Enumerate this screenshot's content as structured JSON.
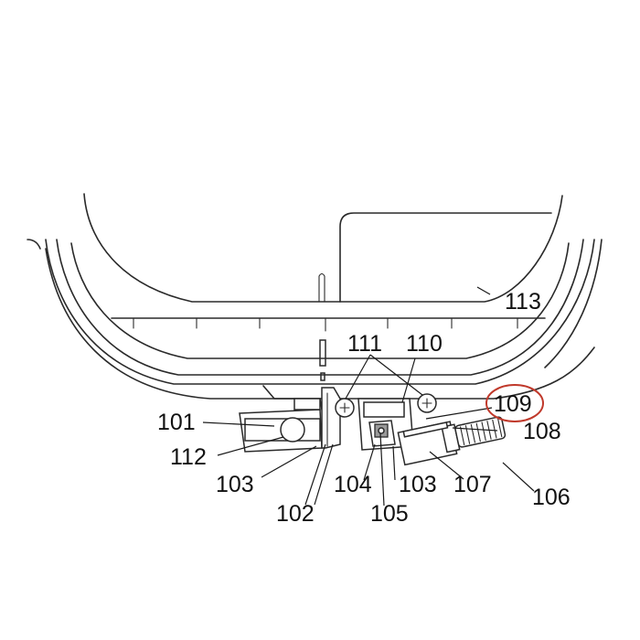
{
  "callouts": [
    {
      "id": "101",
      "text": "101"
    },
    {
      "id": "102",
      "text": "102"
    },
    {
      "id": "103a",
      "text": "103"
    },
    {
      "id": "103b",
      "text": "103"
    },
    {
      "id": "104",
      "text": "104"
    },
    {
      "id": "105",
      "text": "105"
    },
    {
      "id": "106",
      "text": "106"
    },
    {
      "id": "107",
      "text": "107"
    },
    {
      "id": "108",
      "text": "108"
    },
    {
      "id": "109",
      "text": "109"
    },
    {
      "id": "110",
      "text": "110"
    },
    {
      "id": "111",
      "text": "111"
    },
    {
      "id": "112",
      "text": "112"
    },
    {
      "id": "113",
      "text": "113"
    }
  ],
  "highlight": {
    "callout": "109",
    "color": "#c0392b"
  }
}
